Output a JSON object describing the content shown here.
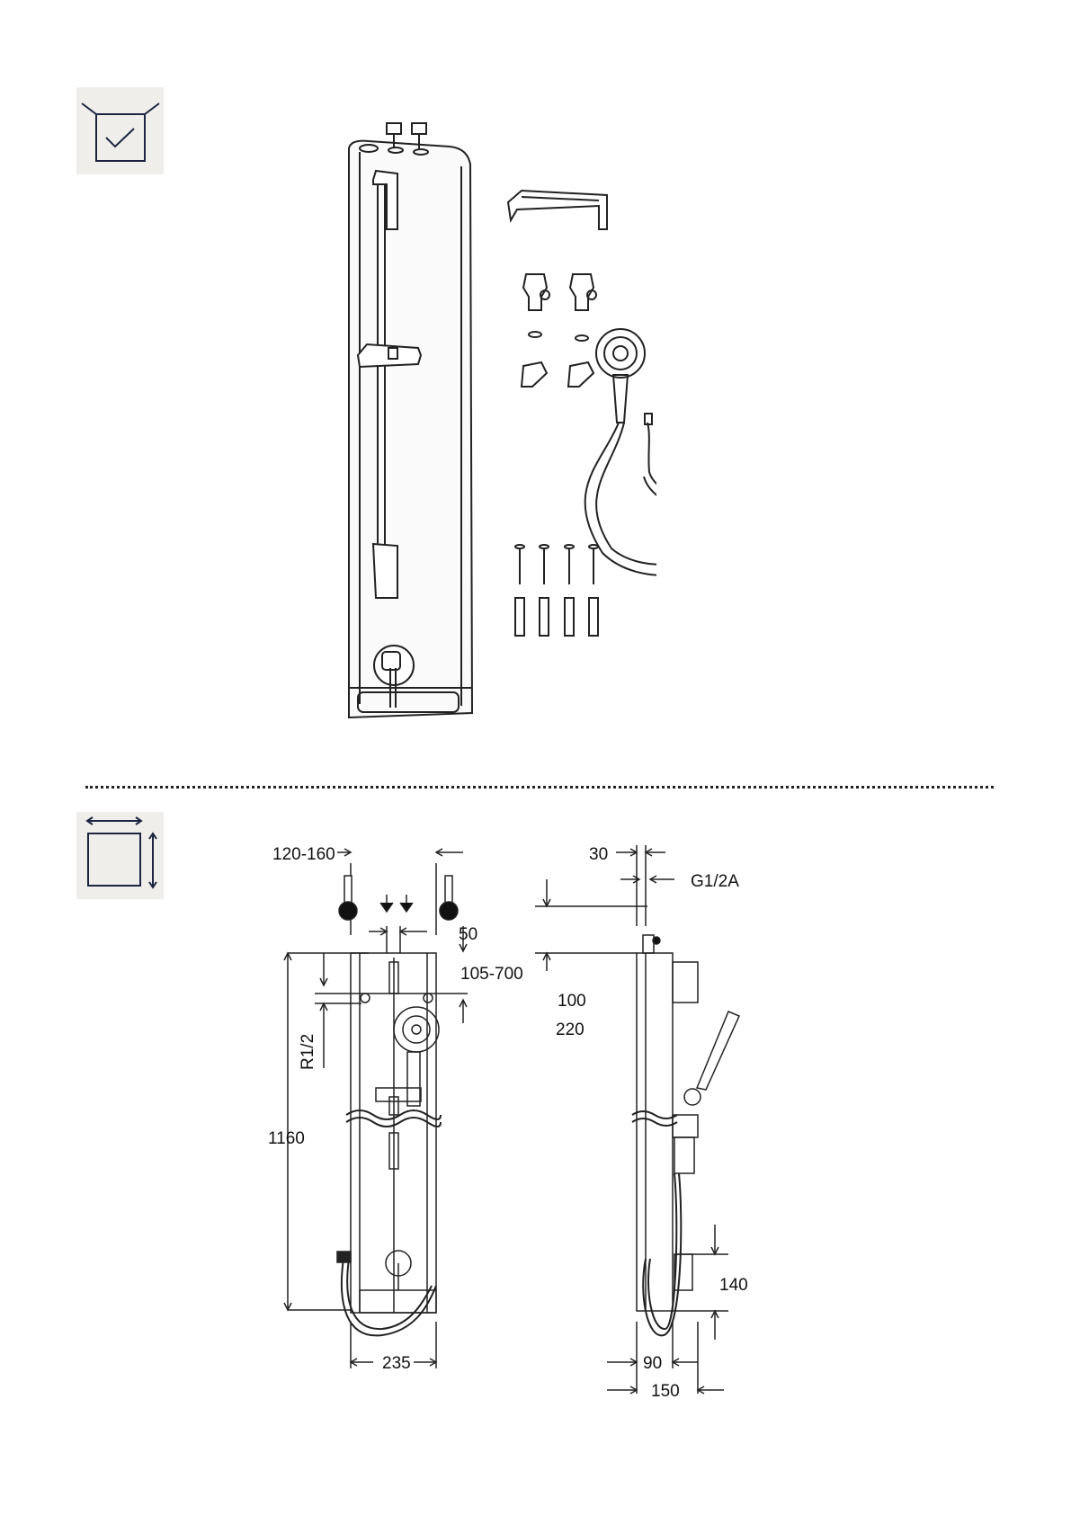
{
  "section_icons": {
    "contents": "checkbox-in-tray-icon",
    "dimensions": "dimensions-square-icon"
  },
  "dimensions": {
    "front": {
      "spacing": "120-160",
      "center": "50",
      "inlet_height": "105-700",
      "thread": "R1/2",
      "height": "1160",
      "width": "235"
    },
    "side": {
      "depth_top": "30",
      "connector": "G1/2A",
      "offset_a": "100",
      "offset_b": "220",
      "bottom_gap": "140",
      "depth": "90",
      "depth_total": "150"
    }
  }
}
